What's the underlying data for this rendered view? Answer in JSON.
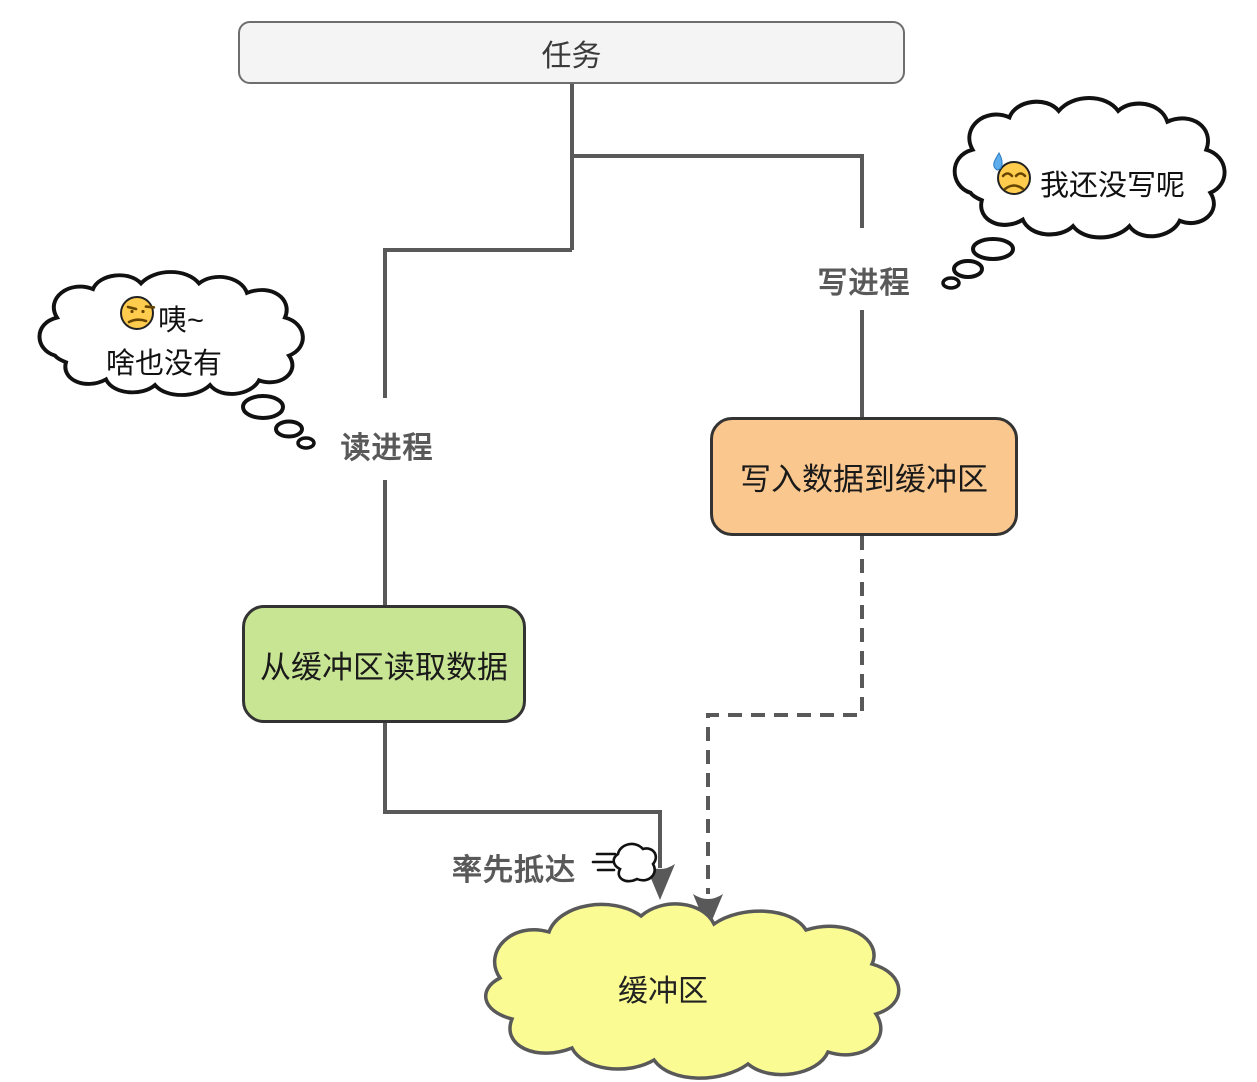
{
  "colors": {
    "line": "#595959",
    "task_fill": "#f4f4f4",
    "read_box_fill": "#c8e594",
    "write_box_fill": "#fac78e",
    "buffer_fill": "#fbfb94",
    "bubble_fill": "#ffffff",
    "bubble_stroke": "#111111",
    "emoji_yellow": "#ffcc4d",
    "emoji_feature": "#664500",
    "sweat_blue": "#5dadec",
    "label_color": "#595959"
  },
  "nodes": {
    "task": {
      "label": "任务"
    },
    "read_process": {
      "label": "读进程"
    },
    "write_process": {
      "label": "写进程"
    },
    "read_action": {
      "label": "从缓冲区读取数据"
    },
    "write_action": {
      "label": "写入数据到缓冲区"
    },
    "buffer": {
      "label": "缓冲区"
    }
  },
  "annotations": {
    "arrive_first": {
      "label": "率先抵达",
      "icon": "dash-emoji"
    },
    "read_thought": {
      "line1": "咦~",
      "line2": "啥也没有",
      "icon": "unamused-face-emoji"
    },
    "write_thought": {
      "text": "我还没写呢",
      "icon": "downcast-face-with-sweat-emoji"
    }
  }
}
